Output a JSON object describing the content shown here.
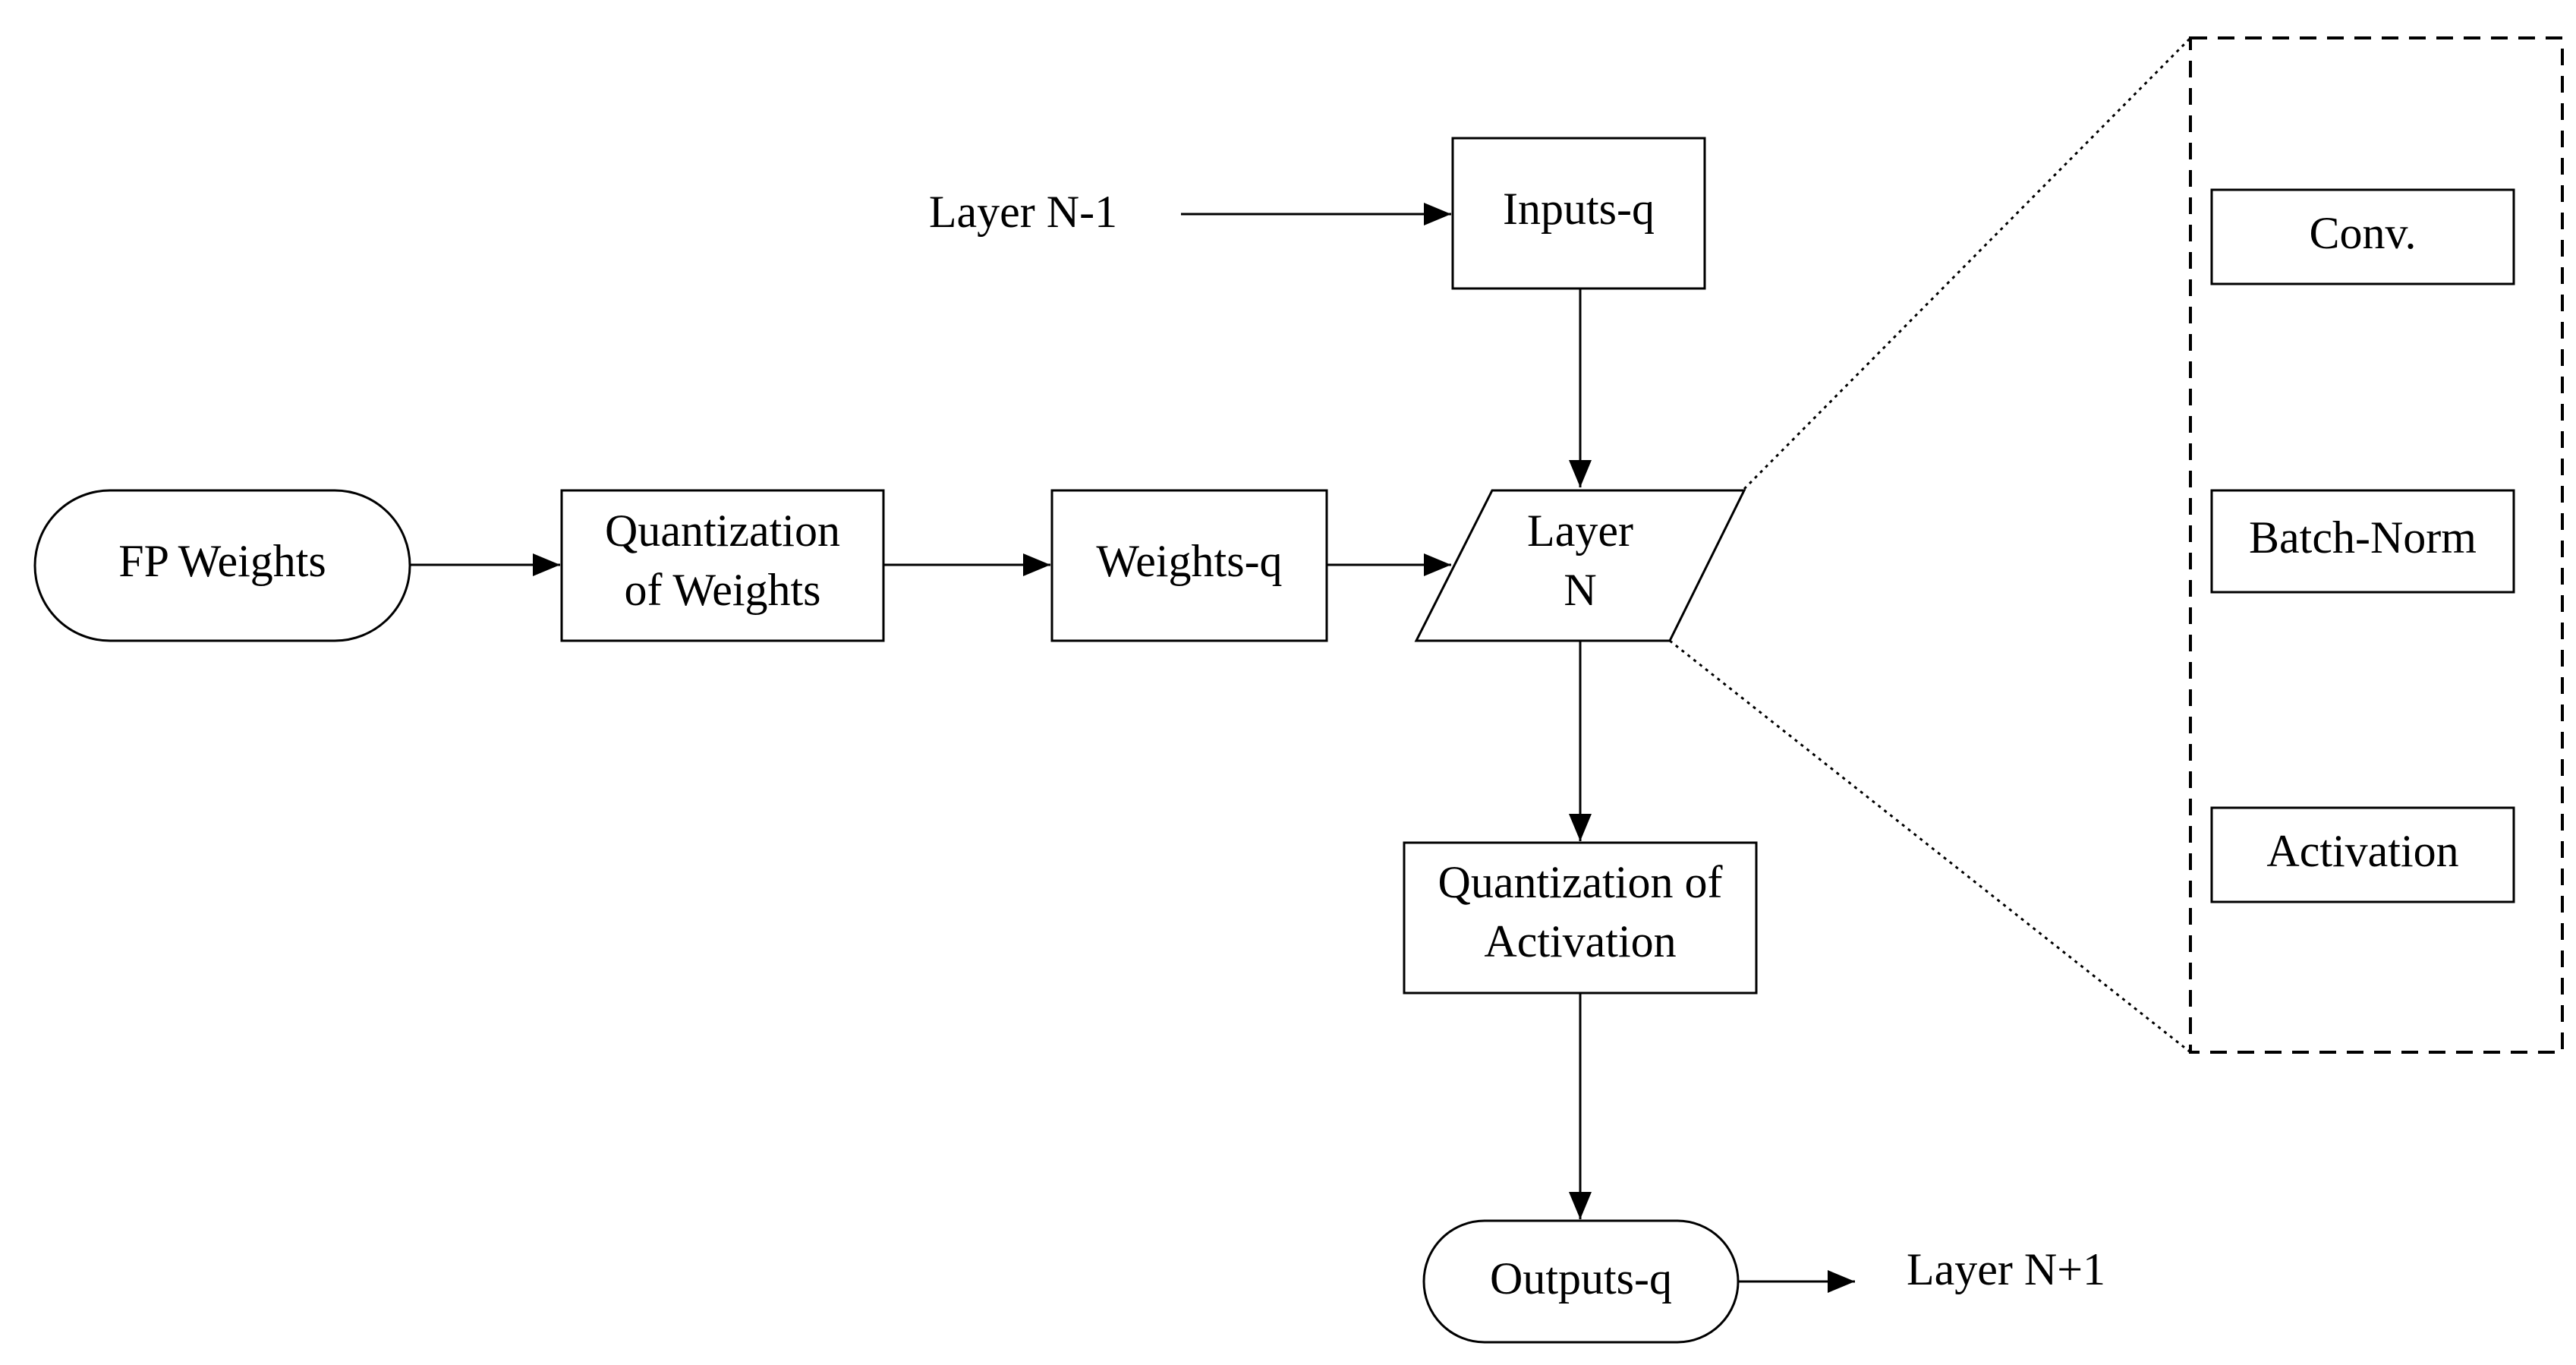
{
  "nodes": {
    "fp_weights": "FP Weights",
    "quant_weights": [
      "Quantization",
      "of Weights"
    ],
    "weights_q": "Weights-q",
    "layer_prev": "Layer N-1",
    "inputs_q": "Inputs-q",
    "layer_n": [
      "Layer",
      "N"
    ],
    "quant_activation": [
      "Quantization of",
      "Activation"
    ],
    "outputs_q": "Outputs-q",
    "layer_next": "Layer N+1"
  },
  "expanded_layer": {
    "items": [
      "Conv.",
      "Batch-Norm",
      "Activation"
    ]
  }
}
